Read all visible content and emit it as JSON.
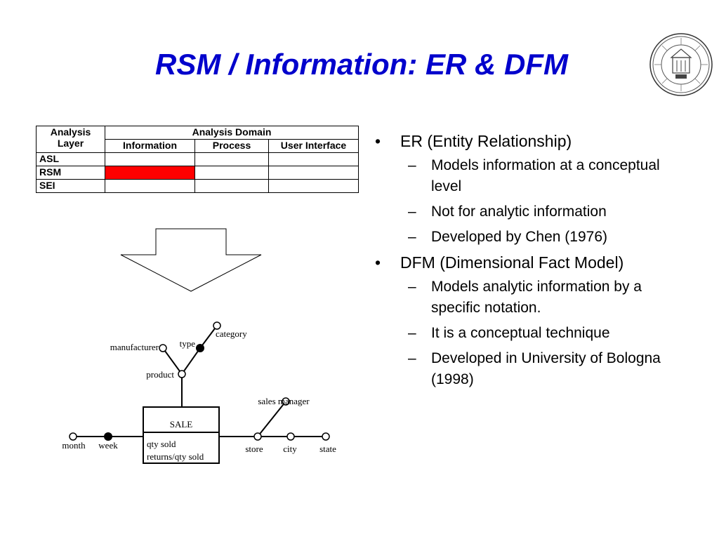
{
  "title": "RSM / Information:  ER & DFM",
  "table": {
    "header_layer": "Analysis Layer",
    "header_domain": "Analysis Domain",
    "columns": [
      "Information",
      "Process",
      "User Interface"
    ],
    "rows": [
      {
        "label": "ASL",
        "highlight_column": null
      },
      {
        "label": "RSM",
        "highlight_column": "Information"
      },
      {
        "label": "SEI",
        "highlight_column": null
      }
    ],
    "highlight_color": "#ff0000"
  },
  "diagram": {
    "fact_name": "SALE",
    "measures": [
      "qty sold",
      "returns/qty sold"
    ],
    "attributes": {
      "manufacturer": "manufacturer",
      "type": "type",
      "category": "category",
      "product": "product",
      "month": "month",
      "week": "week",
      "sales_manager": "sales manager",
      "store": "store",
      "city": "city",
      "state": "state"
    }
  },
  "bullets": [
    {
      "text": "ER (Entity Relationship)",
      "subitems": [
        "Models information at a conceptual level",
        "Not for analytic information",
        "Developed by Chen (1976)"
      ]
    },
    {
      "text": "DFM (Dimensional Fact Model)",
      "subitems": [
        "Models analytic information by a specific notation.",
        "It is a conceptual technique",
        "Developed in University of Bologna (1998)"
      ]
    }
  ],
  "markers": {
    "level1": "•",
    "level2": "–"
  },
  "colors": {
    "title": "#0000cc",
    "text": "#000000"
  },
  "icons": {
    "seal": "university-seal-icon",
    "arrow": "down-arrow-icon"
  }
}
